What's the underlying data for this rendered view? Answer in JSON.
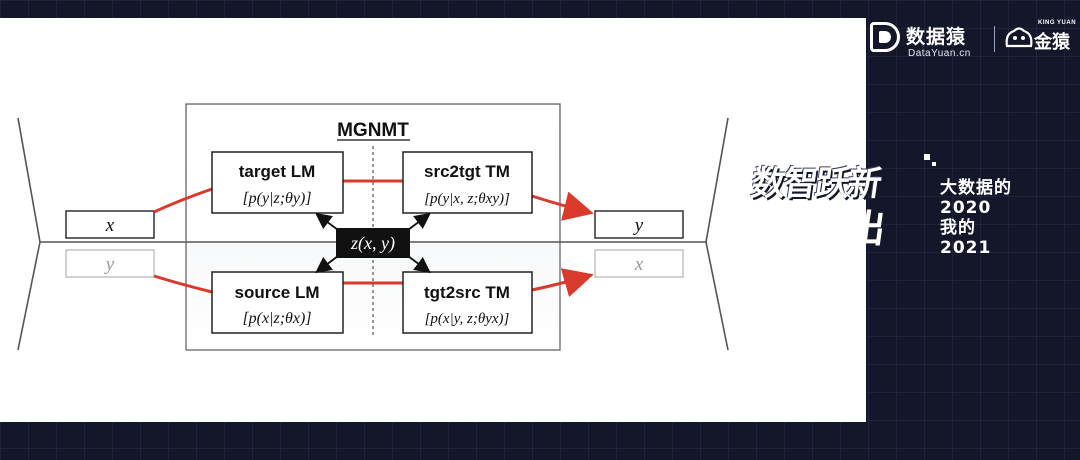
{
  "brand": {
    "name_cn": "数据猿",
    "name_en": "DataYuan.cn",
    "partner_en": "KING YUAN",
    "partner_cn": "金猿"
  },
  "event": {
    "headline_1": "数智跃新",
    "headline_2": "破浪而出",
    "side_line_1": "大数据的",
    "side_line_2": "2020",
    "side_line_3": "我的",
    "side_line_4": "2021"
  },
  "diagram": {
    "title": "MGNMT",
    "latent": "z(x, y)",
    "top_input": "x",
    "top_output": "y",
    "bottom_input": "y",
    "bottom_output": "x",
    "boxes": [
      {
        "id": "target-lm",
        "name": "target LM",
        "formula": "[p(y|z;θy)]"
      },
      {
        "id": "src2tgt-tm",
        "name": "src2tgt TM",
        "formula": "[p(y|x, z;θxy)]"
      },
      {
        "id": "source-lm",
        "name": "source LM",
        "formula": "[p(x|z;θx)]"
      },
      {
        "id": "tgt2src-tm",
        "name": "tgt2src TM",
        "formula": "[p(x|y, z;θyx)]"
      }
    ]
  },
  "colors": {
    "background": "#14172a",
    "slide": "#ffffff",
    "arrow_red": "#d93a2b",
    "text_dark": "#111111"
  }
}
